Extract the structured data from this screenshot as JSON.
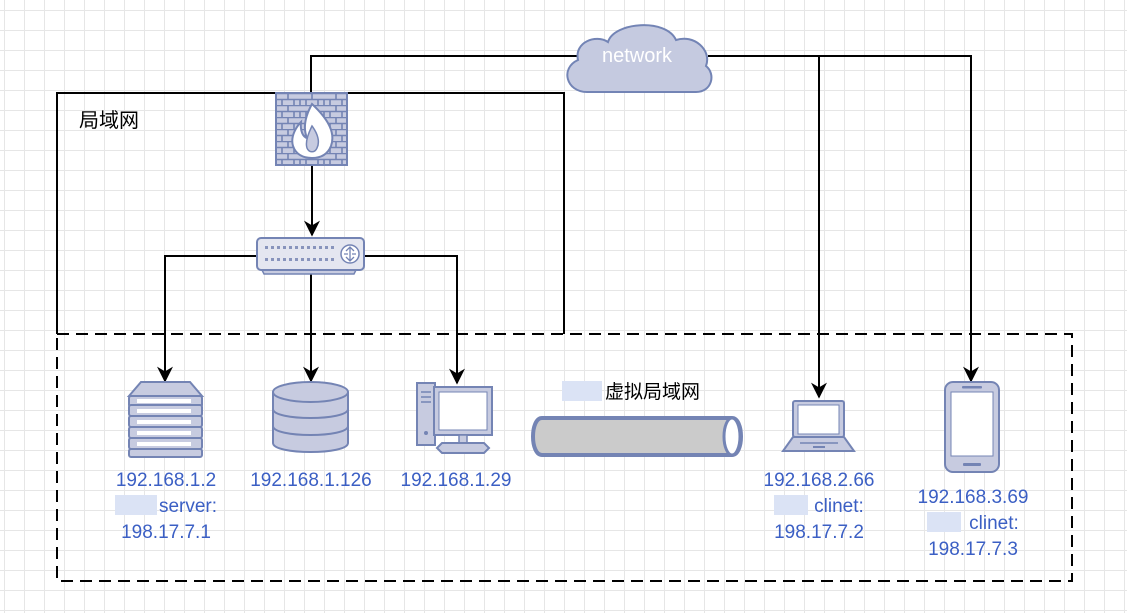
{
  "lan_label": "局域网",
  "vlan_label": "虚拟局域网",
  "cloud_label": "network",
  "devices": {
    "server": {
      "ip": "192.168.1.2",
      "vpn_role": "server:",
      "vpn_ip": "198.17.7.1"
    },
    "database": {
      "ip": "192.168.1.126"
    },
    "desktop": {
      "ip": "192.168.1.29"
    },
    "laptop": {
      "ip": "192.168.2.66",
      "vpn_role": "clinet:",
      "vpn_ip": "198.17.7.2"
    },
    "phone": {
      "ip": "192.168.3.69",
      "vpn_role": "clinet:",
      "vpn_ip": "198.17.7.3"
    }
  },
  "colors": {
    "device_fill": "#c7cbe0",
    "device_stroke": "#7484b4",
    "cloud_fill": "#c5cae0",
    "cloud_stroke": "#7384b5",
    "label_text": "#3b5fc4",
    "line": "#000000",
    "redaction": "#dbe3f5"
  }
}
